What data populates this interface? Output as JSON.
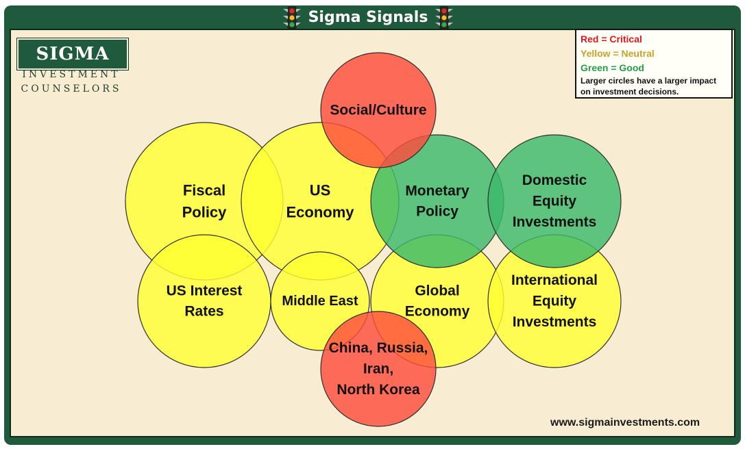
{
  "header": {
    "title": "Sigma Signals",
    "left_icon": "traffic-light-icon",
    "right_icon": "traffic-light-icon"
  },
  "logo": {
    "name": "SIGMA",
    "line1": "INVESTMENT",
    "line2": "COUNSELORS"
  },
  "legend": {
    "items": [
      {
        "label": "Red = Critical",
        "color": "#e3161b"
      },
      {
        "label": "Yellow = Neutral",
        "color": "#c9a227"
      },
      {
        "label": "Green = Good",
        "color": "#21a04a"
      }
    ],
    "note": "Larger circles have a larger impact on investment decisions."
  },
  "status_colors": {
    "critical": "#ff4d3d",
    "neutral": "#ffff33",
    "good": "#3cb96b"
  },
  "signals": [
    {
      "id": "fiscal-policy",
      "lines": [
        "Fiscal",
        "Policy"
      ],
      "status": "neutral"
    },
    {
      "id": "us-economy",
      "lines": [
        "US",
        "Economy"
      ],
      "status": "neutral"
    },
    {
      "id": "us-interest-rates",
      "lines": [
        "US Interest",
        "Rates"
      ],
      "status": "neutral"
    },
    {
      "id": "middle-east",
      "lines": [
        "Middle East"
      ],
      "status": "neutral"
    },
    {
      "id": "global-economy",
      "lines": [
        "Global",
        "Economy"
      ],
      "status": "neutral"
    },
    {
      "id": "international-equity",
      "lines": [
        "International",
        "Equity",
        "Investments"
      ],
      "status": "neutral"
    },
    {
      "id": "monetary-policy",
      "lines": [
        "Monetary",
        "Policy"
      ],
      "status": "good"
    },
    {
      "id": "domestic-equity",
      "lines": [
        "Domestic",
        "Equity",
        "Investments"
      ],
      "status": "good"
    },
    {
      "id": "social-culture",
      "lines": [
        "Social/Culture"
      ],
      "status": "critical"
    },
    {
      "id": "china-russia-iran-nk",
      "lines": [
        "China, Russia,",
        "Iran,",
        "North Korea"
      ],
      "status": "critical"
    }
  ],
  "footer": {
    "website": "www.sigmainvestments.com"
  }
}
